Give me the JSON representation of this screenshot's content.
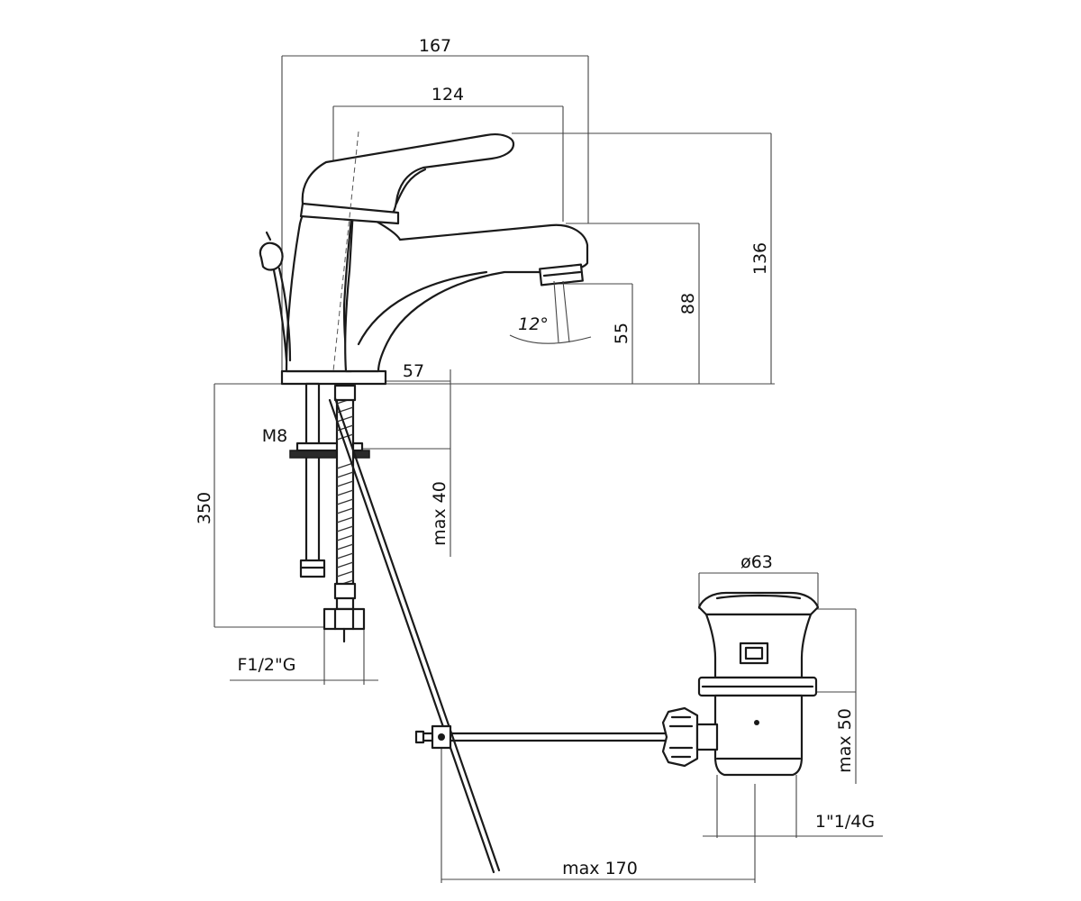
{
  "dimensions": {
    "overall_depth": "167",
    "spout_reach": "124",
    "overall_height": "136",
    "spout_height": "88",
    "outlet_height": "55",
    "spout_angle": "12°",
    "base_diameter": "57",
    "mounting_thread": "M8",
    "max_deck_thickness": "max 40",
    "hose_length": "350",
    "inlet_connection": "F1/2\"G",
    "waste_diameter": "ø63",
    "waste_max_deck": "max 50",
    "waste_thread": "1\"1/4G",
    "rod_reach": "max 170"
  }
}
